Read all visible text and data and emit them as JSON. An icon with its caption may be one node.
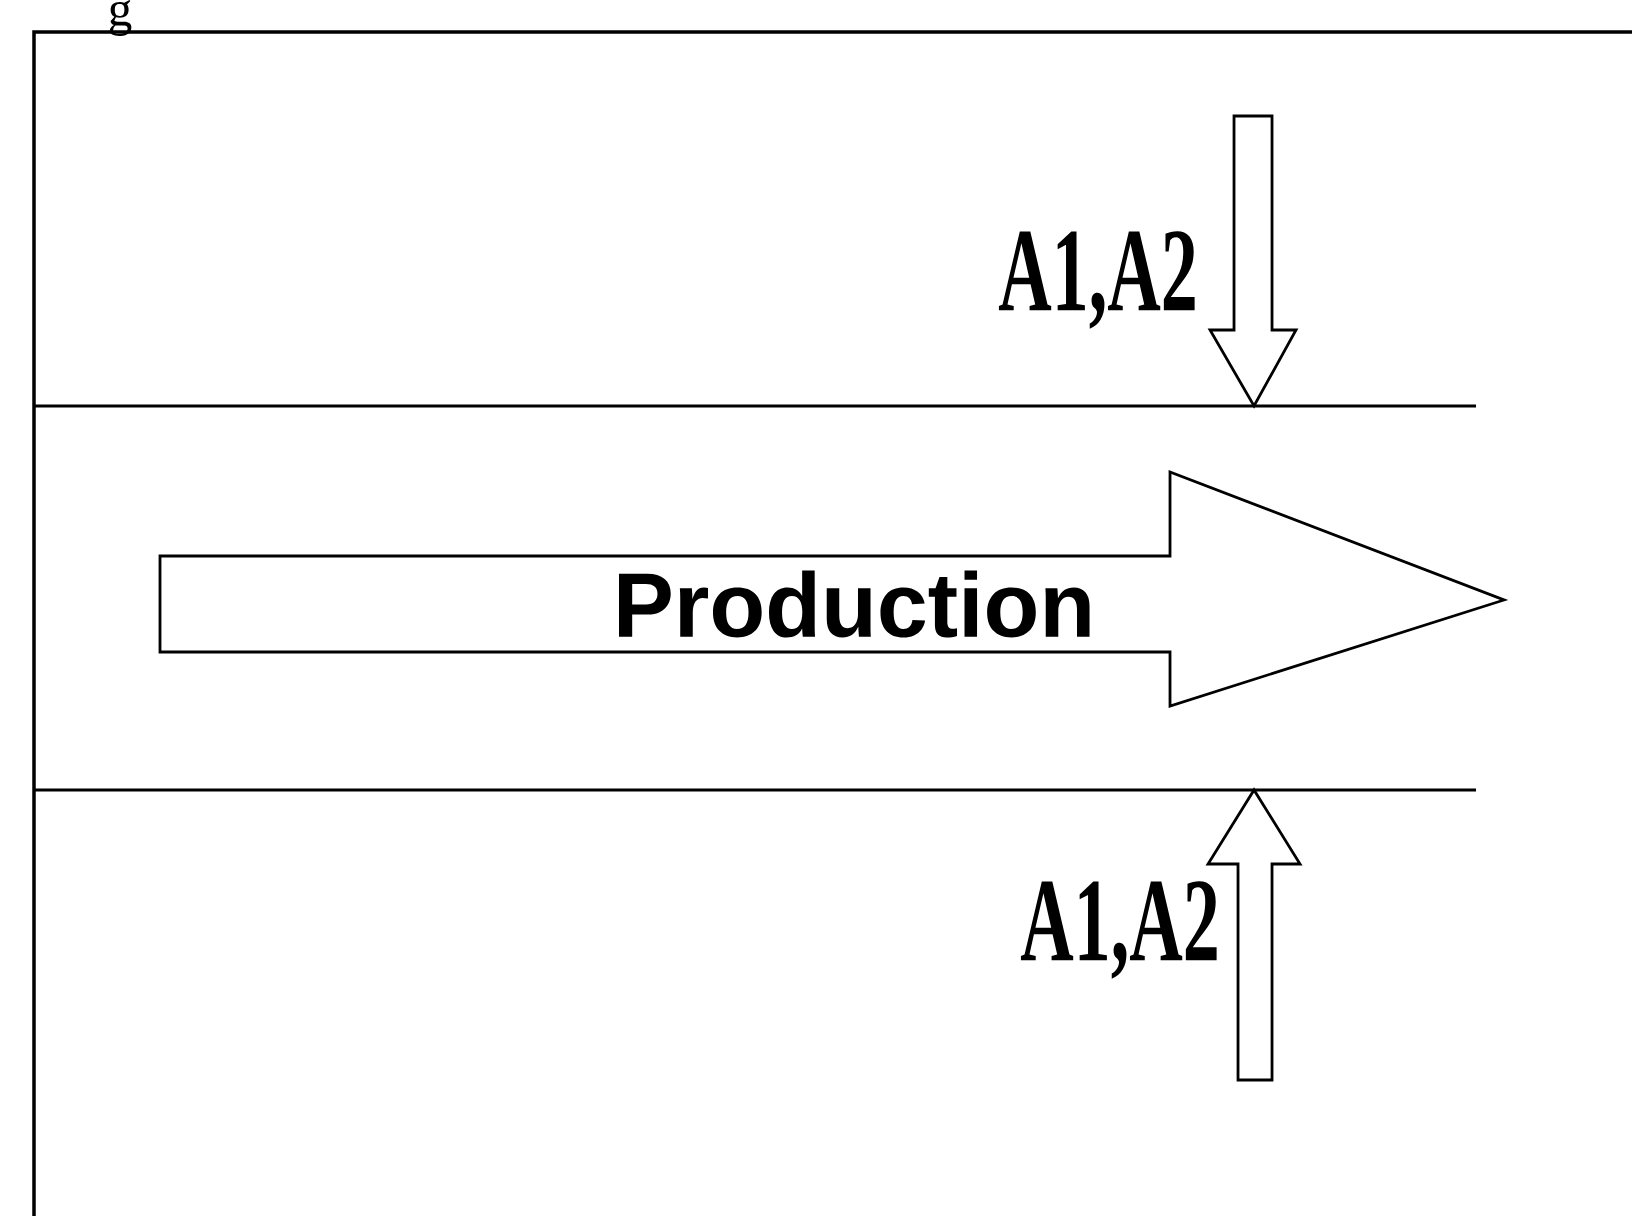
{
  "diagram": {
    "nodes": [
      {
        "text": [
          "Production"
        ]
      }
    ],
    "labels": [
      "g",
      "A1,A2",
      "A1,A2"
    ]
  }
}
